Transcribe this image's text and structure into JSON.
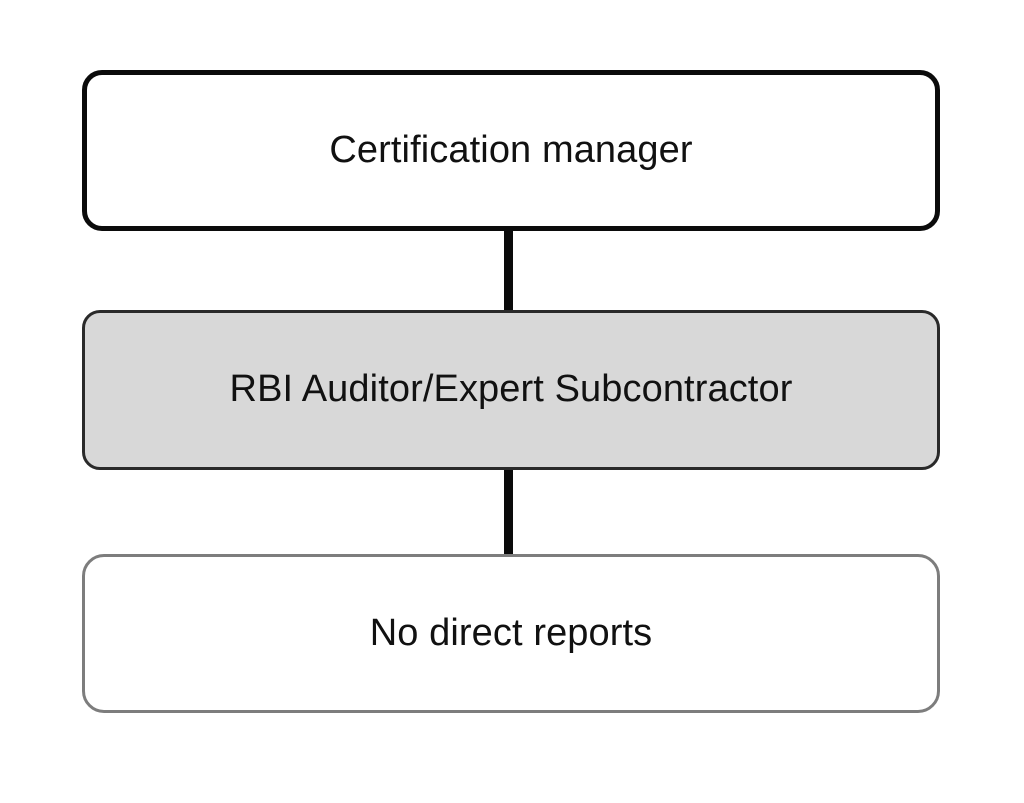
{
  "diagram": {
    "type": "org-chart",
    "orientation": "vertical",
    "background_color": "#ffffff",
    "nodes": [
      {
        "id": "manager",
        "label": "Certification manager",
        "role": "reports-to",
        "fill_color": "#ffffff",
        "border_color": "#0b0b0b",
        "highlighted": "false"
      },
      {
        "id": "current",
        "label": "RBI Auditor/Expert Subcontractor",
        "role": "current-position",
        "fill_color": "#d8d8d8",
        "border_color": "#2a2a2a",
        "highlighted": "true"
      },
      {
        "id": "reports",
        "label": "No direct reports",
        "role": "direct-reports",
        "fill_color": "#ffffff",
        "border_color": "#7d7d7d",
        "highlighted": "false"
      }
    ],
    "connectors": [
      {
        "id": "manager-to-current",
        "from": "manager",
        "to": "current",
        "color": "#0a0a0a"
      },
      {
        "id": "current-to-reports",
        "from": "current",
        "to": "reports",
        "color": "#0a0a0a"
      }
    ]
  }
}
